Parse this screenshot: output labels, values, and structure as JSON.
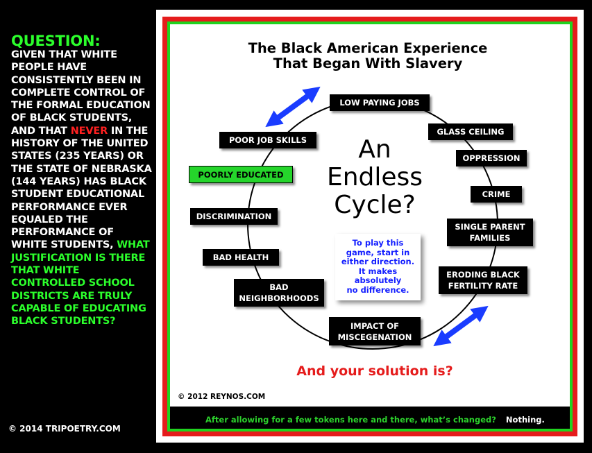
{
  "left_panel": {
    "question_label": "QUESTION:",
    "body_part1": "GIVEN THAT WHITE PEOPLE HAVE CONSISTENTLY BEEN IN COMPLETE CONTROL OF THE FORMAL EDUCATION OF BLACK STUDENTS, AND THAT",
    "never": "NEVER",
    "body_part2": "IN THE HISTORY OF THE UNITED STATES (235 YEARS) OR THE STATE OF NEBRASKA (144 YEARS) HAS BLACK STUDENT EDUCATIONAL PERFORMANCE EVER EQUALED THE PERFORMANCE OF WHITE STUDENTS,",
    "question_green": "WHAT JUSTIFICATION IS THERE THAT WHITE CONTROLLED SCHOOL DISTRICTS ARE TRULY CAPABLE OF EDUCATING BLACK STUDENTS?",
    "copyright": "© 2014 TRIPOETRY.COM"
  },
  "diagram": {
    "title_line1": "The Black American Experience",
    "title_line2": "That Began With Slavery",
    "center_line1": "An",
    "center_line2": "Endless",
    "center_line3": "Cycle?",
    "note": "To play this\ngame, start in\neither direction.\nIt makes\nabsolutely\nno difference.",
    "nodes": [
      {
        "label": "LOW PAYING JOBS",
        "highlight": false
      },
      {
        "label": "GLASS CEILING",
        "highlight": false
      },
      {
        "label": "OPPRESSION",
        "highlight": false
      },
      {
        "label": "CRIME",
        "highlight": false
      },
      {
        "label": "SINGLE PARENT\nFAMILIES",
        "highlight": false
      },
      {
        "label": "ERODING BLACK\nFERTILITY RATE",
        "highlight": false
      },
      {
        "label": "IMPACT OF\nMISCEGENATION",
        "highlight": false
      },
      {
        "label": "BAD\nNEIGHBORHOODS",
        "highlight": false
      },
      {
        "label": "BAD HEALTH",
        "highlight": false
      },
      {
        "label": "DISCRIMINATION",
        "highlight": false
      },
      {
        "label": "POORLY EDUCATED",
        "highlight": true
      },
      {
        "label": "POOR JOB SKILLS",
        "highlight": false
      }
    ],
    "solution": "And your solution is?",
    "copyright": "© 2012 REYNOS.COM",
    "footer_question": "After allowing for a few tokens here and there, what’s changed?",
    "footer_answer": "Nothing.",
    "colors": {
      "frame_red": "#e51c1c",
      "frame_green": "#1fd31f",
      "arrow_blue": "#1a3cff",
      "note_blue": "#1520ff"
    }
  }
}
